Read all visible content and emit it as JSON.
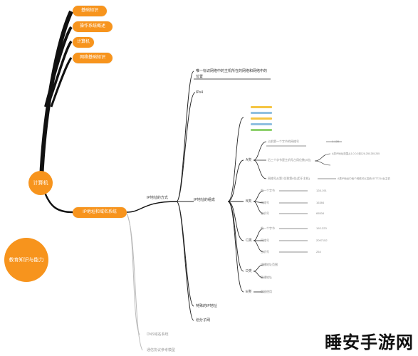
{
  "top_nodes": [
    {
      "label": "基础知识"
    },
    {
      "label": "操作系统概述"
    },
    {
      "label": "计算机"
    },
    {
      "label": "网络基础知识"
    }
  ],
  "computer_node": {
    "label": "计算机"
  },
  "ip_node": {
    "label": "IP地址和域名系统"
  },
  "root_node": {
    "label": "教育知识与能力"
  },
  "ip_branch": {
    "label": "IP地址的方式"
  },
  "upper_notes": [
    {
      "text": "唯一标识网络中的主机所在的网络和网络中的"
    },
    {
      "text": "位置"
    },
    {
      "text": "IPv4"
    }
  ],
  "composition": {
    "label": "IP地址的组成"
  },
  "bars": [
    "#f5c542",
    "#8fbfe0",
    "#f5c542",
    "#8fbfe0",
    "#8fd16f"
  ],
  "class_a": {
    "label": "A类",
    "rows": [
      {
        "label": "占前第一个字节的网络号",
        "note": "1-126"
      },
      {
        "label": "后三个字节是主机号占用位数(3位)",
        "note": "A类IP地址范围从1.0.0.0到126.255.255.255"
      },
      {
        "label": "网络号从第1位到第8位(用于主机)",
        "note": "A类IP地址中每个网络可以容纳16777214台主机"
      }
    ]
  },
  "class_b": {
    "label": "B类",
    "rows": [
      {
        "label": "前一个字节",
        "note": "128-191"
      },
      {
        "label": "网络号",
        "note": "16384"
      },
      {
        "label": "主机号",
        "note": "65534"
      }
    ]
  },
  "class_c": {
    "label": "C类",
    "rows": [
      {
        "label": "前一个字节",
        "note": "192-223"
      },
      {
        "label": "网络号",
        "note": "2097152"
      },
      {
        "label": "主机号",
        "note": "254"
      }
    ]
  },
  "class_d": {
    "label": "D类",
    "rows": [
      {
        "label": "组播地址范围"
      },
      {
        "label": "多播地址"
      }
    ]
  },
  "class_e": {
    "label": "E类",
    "rows": [
      {
        "label": "保留使用"
      }
    ]
  },
  "special": {
    "label": "特殊的IP地址"
  },
  "subnet": {
    "label": "划分子网"
  },
  "faded": [
    {
      "label": "DNS域名系统"
    },
    {
      "label": "通信协议参考模型"
    }
  ],
  "watermark": "睡安手游网"
}
